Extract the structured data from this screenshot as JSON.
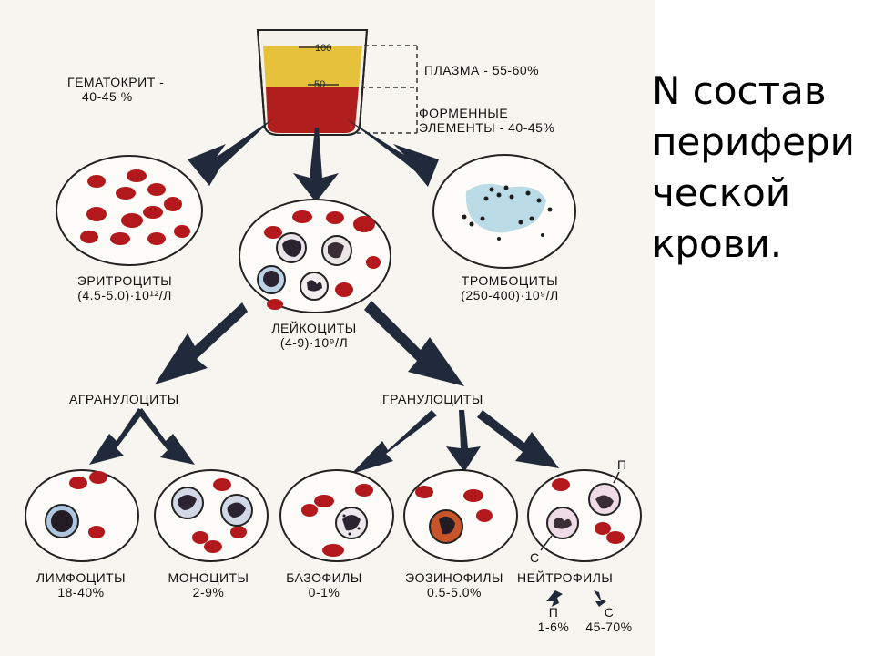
{
  "slide": {
    "title_lines": [
      "N состав",
      "перифери",
      "ческой",
      "крови."
    ]
  },
  "diagram": {
    "beaker": {
      "mark_100": "100",
      "mark_50": "50"
    },
    "hematocrit": {
      "line1": "ГЕМАТОКРИТ -",
      "line2": "40-45 %"
    },
    "plasma": "ПЛАЗМА - 55-60%",
    "formed": {
      "line1": "ФОРМЕННЫЕ",
      "line2": "ЭЛЕМЕНТЫ - 40-45%"
    },
    "erythrocytes": {
      "name": "ЭРИТРОЦИТЫ",
      "value": "(4.5-5.0)·10¹²/Л"
    },
    "leukocytes": {
      "name": "ЛЕЙКОЦИТЫ",
      "value": "(4-9)·10⁹/Л"
    },
    "platelets": {
      "name": "ТРОМБОЦИТЫ",
      "value": "(250-400)·10⁹/Л"
    },
    "agranulocytes": "АГРАНУЛОЦИТЫ",
    "granulocytes": "ГРАНУЛОЦИТЫ",
    "lymphocytes": {
      "name": "ЛИМФОЦИТЫ",
      "value": "18-40%"
    },
    "monocytes": {
      "name": "МОНОЦИТЫ",
      "value": "2-9%"
    },
    "basophils": {
      "name": "БАЗОФИЛЫ",
      "value": "0-1%"
    },
    "eosinophils": {
      "name": "ЭОЗИНОФИЛЫ",
      "value": "0.5-5.0%"
    },
    "neutrophils": {
      "name": "НЕЙТРОФИЛЫ",
      "p_marker": "П",
      "s_marker": "С",
      "band_label": "П",
      "band_value": "1-6%",
      "seg_label": "С",
      "seg_value": "45-70%"
    }
  },
  "colors": {
    "plasma": "#e6c23a",
    "blood": "#b01e1e",
    "rbc": "#b3191c",
    "arrow": "#202a3a",
    "nucleus": "#2b2330",
    "platelet": "#8fc4dc",
    "eosin_granule": "#c8552a"
  }
}
